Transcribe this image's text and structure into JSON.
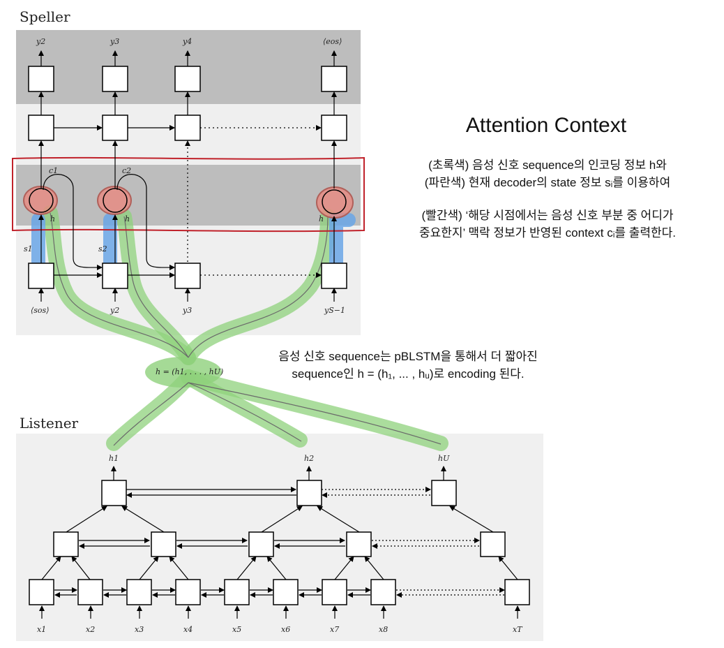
{
  "sections": {
    "speller": "Speller",
    "listener": "Listener"
  },
  "annotation": {
    "title": "Attention Context",
    "line1": "(초록색) 음성 신호 sequence의 인코딩 정보 h와",
    "line2": "(파란색) 현재 decoder의 state 정보 sᵢ를 이용하여",
    "line3": "(빨간색) ‘해당 시점에서는 음성 신호 부분 중 어디가",
    "line4": "중요한지’ 맥락 정보가 반영된 context cᵢ를 출력한다.",
    "line5": "음성 신호 sequence는 pBLSTM을 통해서 더 짧아진",
    "line6": "sequence인 h = (h₁, ... , hᵤ)로 encoding 된다."
  },
  "speller": {
    "outputs": [
      "y2",
      "y3",
      "y4",
      "⟨eos⟩"
    ],
    "inputs": [
      "⟨sos⟩",
      "y2",
      "y3",
      "yS−1"
    ],
    "contexts": [
      "c1",
      "c2"
    ],
    "states": [
      "s1",
      "s2"
    ],
    "h_tag": "h"
  },
  "h_label": "h = (h1, . . . , hU)",
  "listener": {
    "top": [
      "h1",
      "h2",
      "hU"
    ],
    "inputs": [
      "x1",
      "x2",
      "x3",
      "x4",
      "x5",
      "x6",
      "x7",
      "x8",
      "xT"
    ]
  },
  "colors": {
    "speller_dark": "#bdbdbd",
    "speller_light": "#efefef",
    "listener_bg": "#f0f0f0",
    "green": "#8fd17c",
    "blue": "#6aa6e6",
    "red": "#e88880",
    "frame_red": "#c0212a"
  }
}
